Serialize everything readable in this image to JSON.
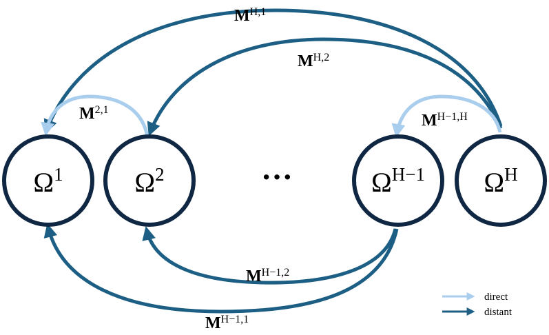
{
  "colors": {
    "node_stroke": "#0f2742",
    "direct": "#a9cdec",
    "distant": "#1d5f84"
  },
  "nodes": [
    {
      "id": "omega-1",
      "symbol": "Ω",
      "sup": "1"
    },
    {
      "id": "omega-2",
      "symbol": "Ω",
      "sup": "2"
    },
    {
      "id": "omega-h-minus-1",
      "symbol": "Ω",
      "sup": "H−1"
    },
    {
      "id": "omega-h",
      "symbol": "Ω",
      "sup": "H"
    }
  ],
  "ellipsis": "···",
  "edges": [
    {
      "id": "m-h-1",
      "from": "Ω^H",
      "to": "Ω^1",
      "kind": "distant",
      "base": "M",
      "sup": "H,1"
    },
    {
      "id": "m-h-2",
      "from": "Ω^H",
      "to": "Ω^2",
      "kind": "distant",
      "base": "M",
      "sup": "H,2"
    },
    {
      "id": "m-2-1",
      "from": "Ω^2",
      "to": "Ω^1",
      "kind": "direct",
      "base": "M",
      "sup": "2,1"
    },
    {
      "id": "m-hm1-h",
      "from": "Ω^H",
      "to": "Ω^H−1",
      "kind": "direct",
      "base": "M",
      "sup": "H−1,H"
    },
    {
      "id": "m-hm1-2",
      "from": "Ω^H−1",
      "to": "Ω^2",
      "kind": "distant",
      "base": "M",
      "sup": "H−1,2"
    },
    {
      "id": "m-hm1-1",
      "from": "Ω^H−1",
      "to": "Ω^1",
      "kind": "distant",
      "base": "M",
      "sup": "H−1,1"
    }
  ],
  "legend": {
    "direct": "direct",
    "distant": "distant"
  }
}
